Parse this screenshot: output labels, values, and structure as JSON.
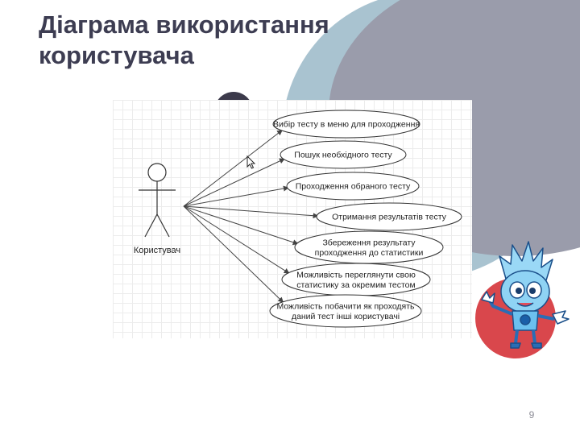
{
  "slide": {
    "title_line1": "Діаграма використання",
    "title_line2": "користувача",
    "page_number": "9"
  },
  "diagram": {
    "actor": "Користувач",
    "use_cases": [
      [
        "Вибір тесту в меню для проходження"
      ],
      [
        "Пошук необхідного тесту"
      ],
      [
        "Проходження обраного тесту"
      ],
      [
        "Отримання результатів тесту"
      ],
      [
        "Збереження результату",
        "проходження до статистики"
      ],
      [
        "Можливість переглянути свою",
        "статистику за окремим тестом"
      ],
      [
        "Можливість побачити як проходять",
        "даний тест інші користувачі"
      ]
    ]
  },
  "colors": {
    "title": "#3d3d52",
    "slate_blob": "#9a9cab",
    "light_blue_blob": "#a9c3d0",
    "red_blob": "#d9474c",
    "dark_circle": "#3c3a4b",
    "mascot_body": "#8fd3f4"
  },
  "icons": [
    "mouse-cursor-icon",
    "fixie-mascot-icon"
  ]
}
